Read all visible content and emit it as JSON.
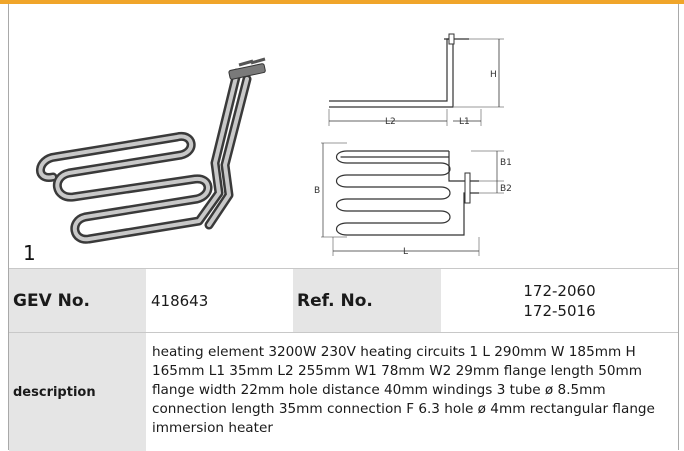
{
  "product": {
    "image_number": "1",
    "diagram_labels": {
      "h": "H",
      "l1": "L1",
      "l2": "L2",
      "b": "B",
      "b1": "B1",
      "b2": "B2",
      "l": "L"
    },
    "gev_label": "GEV No.",
    "gev_value": "418643",
    "ref_label": "Ref. No.",
    "ref_values": [
      "172-2060",
      "172-5016"
    ],
    "description_label": "description",
    "description_text": "heating element  3200W 230V heating circuits 1 L 290mm W 185mm H 165mm L1 35mm L2 255mm W1 78mm W2 29mm flange length 50mm flange width 22mm hole distance 40mm windings 3 tube ø 8.5mm connection length 35mm connection F 6.3 hole ø 4mm rectangular flange immersion heater"
  },
  "colors": {
    "accent_bar": "#f0a52a",
    "label_cell_bg": "#e5e5e5",
    "border": "#a9a9a9"
  }
}
